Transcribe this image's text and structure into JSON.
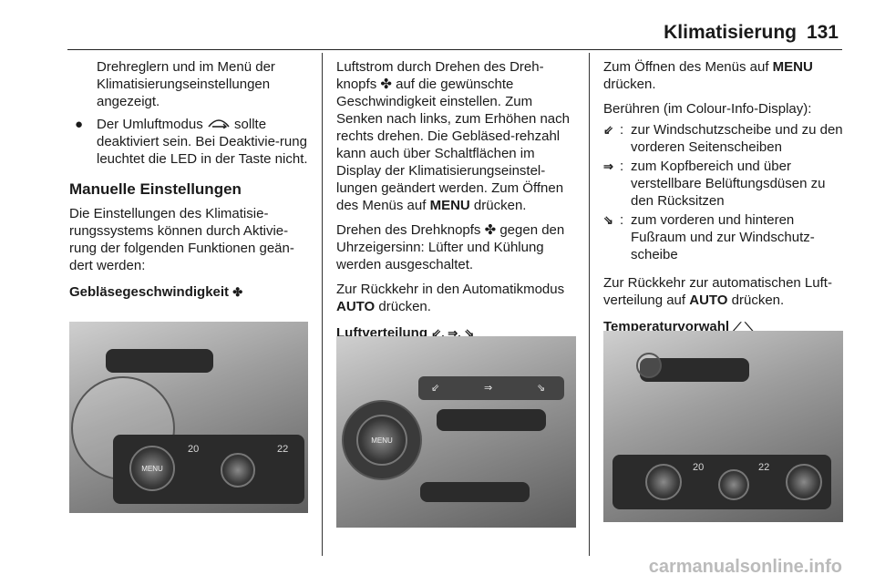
{
  "header": {
    "title": "Klimatisierung",
    "page_number": "131"
  },
  "col1": {
    "cont_text": "Drehreglern und im Menü der Klimatisierungseinstellungen angezeigt.",
    "bullet_symbol": "●",
    "bullet_before": "Der Umluftmodus",
    "bullet_icon": "recirculation-icon",
    "bullet_after": "sollte deaktiviert sein. Bei Deaktivie-rung leuchtet die LED in der Taste nicht.",
    "subheading": "Manuelle Einstellungen",
    "intro": "Die Einstellungen des Klimatisie-rungssystems können durch Aktivie-rung der folgenden Funktionen geän-dert werden:",
    "fan_label": "Gebläsegeschwindigkeit",
    "fan_icon": "fan-icon",
    "photo": {
      "display_left": "20",
      "display_right": "22",
      "knob_label": "MENU"
    }
  },
  "col2": {
    "p1": "Luftstrom durch Drehen des Dreh-knopfs ✤ auf die gewünschte Geschwindigkeit einstellen. Zum Senken nach links, zum Erhöhen nach rechts drehen. Die Gebläsed-rehzahl kann auch über Schaltflächen im Display der Klimatisierungseinstel-lungen geändert werden. Zum Öffnen des Menüs auf",
    "p1_bold": "MENU",
    "p1_end": "drücken.",
    "p2": "Drehen des Drehknopfs ✤ gegen den Uhrzeigersinn: Lüfter und Kühlung werden ausgeschaltet.",
    "p3_start": "Zur Rückkehr in den Automatikmodus",
    "p3_bold": "AUTO",
    "p3_end": "drücken.",
    "dist_label": "Luftverteilung",
    "dist_icons": "⇙, ⇒, ⇘",
    "photo": {
      "knob_label": "MENU"
    }
  },
  "col3": {
    "p1_start": "Zum Öffnen des Menüs auf",
    "p1_bold": "MENU",
    "p1_end": "drücken.",
    "p2": "Berühren (im Colour-Info-Display):",
    "items": [
      {
        "icon": "⇙",
        "text": "zur Windschutzscheibe und zu den vorderen Seitenscheiben"
      },
      {
        "icon": "⇒",
        "text": "zum Kopfbereich und über verstellbare Belüftungsdüsen zu den Rücksitzen"
      },
      {
        "icon": "⇘",
        "text": "zum vorderen und hinteren Fußraum und zur Windschutz-scheibe"
      }
    ],
    "p3_start": "Zur Rückkehr zur automatischen Luft-verteilung auf",
    "p3_bold": "AUTO",
    "p3_end": "drücken.",
    "temp_label": "Temperaturvorwahl",
    "temp_icons": "⟋ ⟍",
    "photo": {
      "display_left": "20",
      "display_right": "22"
    }
  },
  "footer": {
    "watermark": "carmanualsonline.info"
  }
}
